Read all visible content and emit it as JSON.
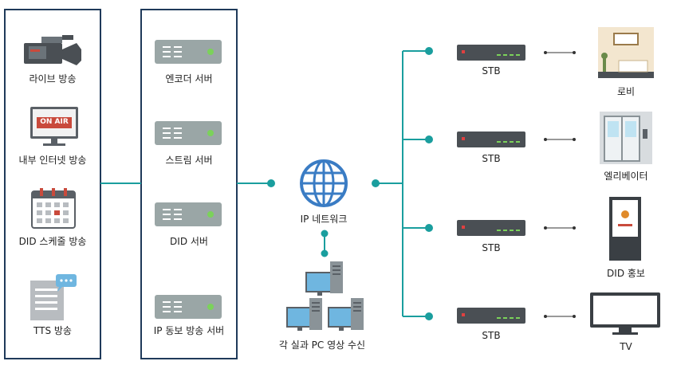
{
  "sources": {
    "items": [
      {
        "label": "라이브 방송",
        "icon": "video-camera-icon"
      },
      {
        "label": "내부 인터넷 방송",
        "icon": "monitor-icon",
        "badge": "ON AIR"
      },
      {
        "label": "DID 스케줄 방송",
        "icon": "calendar-icon"
      },
      {
        "label": "TTS 방송",
        "icon": "document-speech-icon"
      }
    ]
  },
  "servers": {
    "items": [
      {
        "label": "엔코더 서버",
        "icon": "server-icon"
      },
      {
        "label": "스트림 서버",
        "icon": "server-icon"
      },
      {
        "label": "DID 서버",
        "icon": "server-icon"
      },
      {
        "label": "IP 동보 방송 서버",
        "icon": "server-icon"
      }
    ]
  },
  "network": {
    "label": "IP 네트워크",
    "icon": "globe-icon"
  },
  "room_pcs": {
    "label": "각 실과 PC 영상 수신",
    "icon": "computers-icon"
  },
  "outputs": [
    {
      "stb_label": "STB",
      "dest_label": "로비",
      "dest_icon": "lobby-icon"
    },
    {
      "stb_label": "STB",
      "dest_label": "엘리베이터",
      "dest_icon": "elevator-icon"
    },
    {
      "stb_label": "STB",
      "dest_label": "DID 홍보",
      "dest_icon": "kiosk-icon"
    },
    {
      "stb_label": "STB",
      "dest_label": "TV",
      "dest_icon": "tv-icon"
    }
  ],
  "colors": {
    "line": "#1a9e9e",
    "box_border": "#1f3a5a",
    "server": "#9aa6a6",
    "stb": "#4a4f54",
    "globe": "#3a7cc4"
  }
}
